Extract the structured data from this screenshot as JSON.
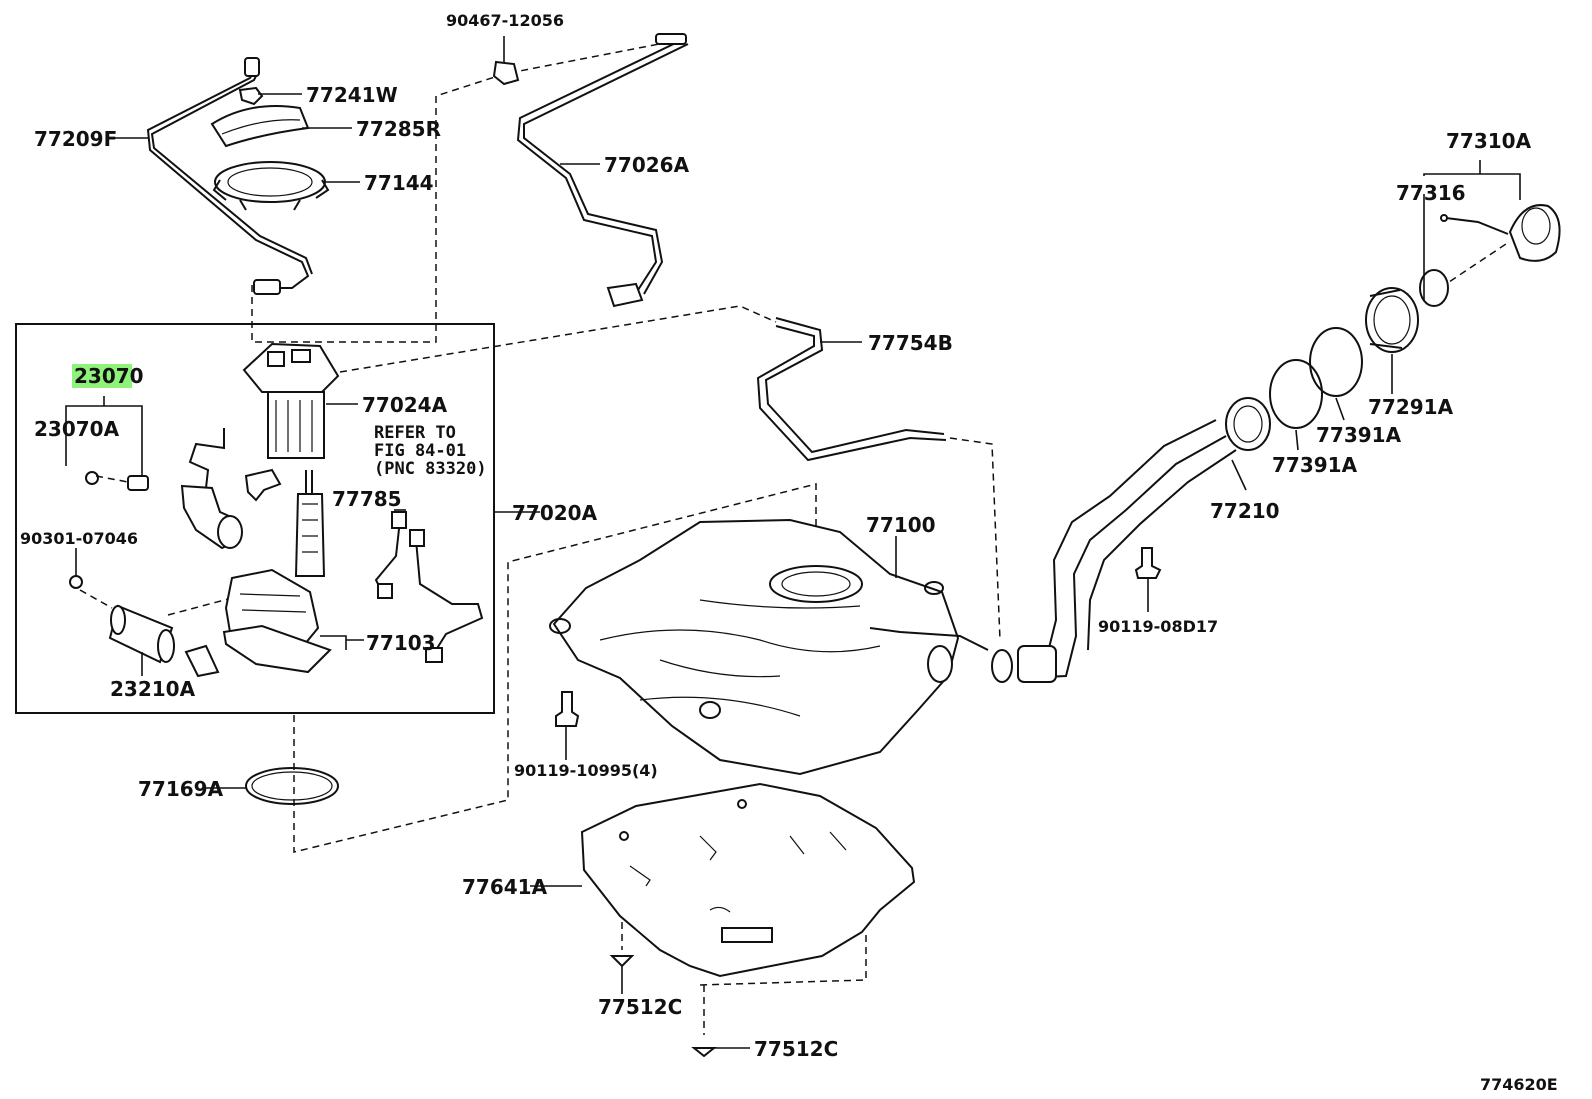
{
  "diagram": {
    "highlight_color": "#8ff27a",
    "figure_code": "774620E",
    "note": [
      "REFER TO",
      "FIG 84-01",
      "(PNC 83320)"
    ],
    "parts": {
      "p90467_12056": "90467-12056",
      "p77241W": "77241W",
      "p77209F": "77209F",
      "p77285R": "77285R",
      "p77144": "77144",
      "p77026A": "77026A",
      "p77310A": "77310A",
      "p77316": "77316",
      "p77754B": "77754B",
      "p23070": "23070",
      "p23070A": "23070A",
      "p77024A": "77024A",
      "p77291A": "77291A",
      "p77391A_1": "77391A",
      "p77391A_2": "77391A",
      "p77785": "77785",
      "p77020A": "77020A",
      "p77210": "77210",
      "p77100": "77100",
      "p90301_07046": "90301-07046",
      "p90119_08D17": "90119-08D17",
      "p77103": "77103",
      "p23210A": "23210A",
      "p90119_10995": "90119-10995(4)",
      "p77169A": "77169A",
      "p77641A": "77641A",
      "p77512C_1": "77512C",
      "p77512C_2": "77512C"
    }
  }
}
